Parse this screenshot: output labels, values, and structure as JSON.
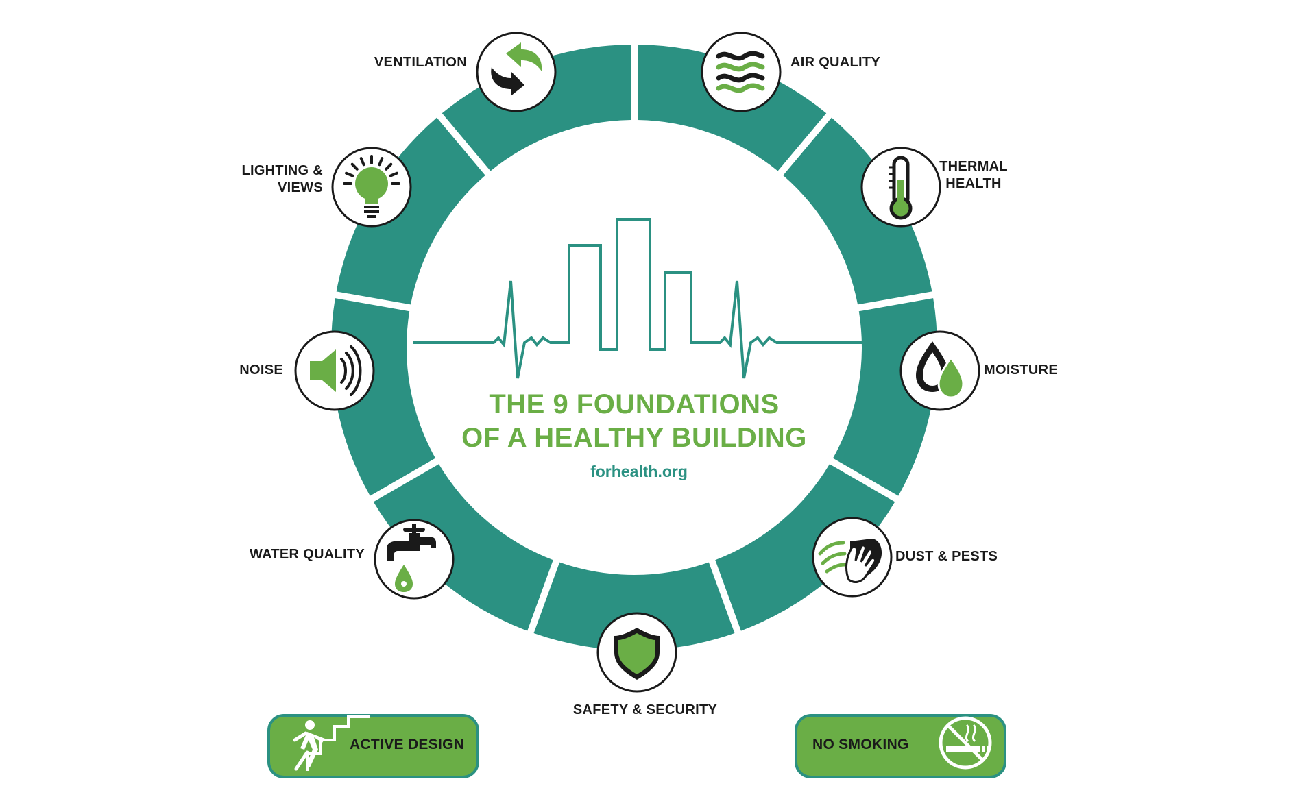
{
  "title": {
    "line1": "THE 9 FOUNDATIONS",
    "line2": "OF A HEALTHY BUILDING",
    "url": "forhealth.org"
  },
  "foundations": [
    {
      "label_lines": [
        "VENTILATION"
      ],
      "icon": "ventilation-arrows-icon"
    },
    {
      "label_lines": [
        "AIR QUALITY"
      ],
      "icon": "air-waves-icon"
    },
    {
      "label_lines": [
        "THERMAL",
        "HEALTH"
      ],
      "icon": "thermometer-icon"
    },
    {
      "label_lines": [
        "MOISTURE"
      ],
      "icon": "water-drops-icon"
    },
    {
      "label_lines": [
        "DUST & PESTS"
      ],
      "icon": "cleaning-hand-icon"
    },
    {
      "label_lines": [
        "SAFETY & SECURITY"
      ],
      "icon": "shield-icon"
    },
    {
      "label_lines": [
        "WATER QUALITY"
      ],
      "icon": "faucet-drop-icon"
    },
    {
      "label_lines": [
        "NOISE"
      ],
      "icon": "speaker-icon"
    },
    {
      "label_lines": [
        "LIGHTING &",
        "VIEWS"
      ],
      "icon": "lightbulb-icon"
    }
  ],
  "badges": {
    "active_design": {
      "label": "ACTIVE DESIGN",
      "icon": "person-stairs-icon"
    },
    "no_smoking": {
      "label": "NO SMOKING",
      "icon": "no-smoking-icon"
    }
  },
  "colors": {
    "ring": "#2b9182",
    "brand_green": "#6aae46",
    "dark": "#1a1a1a",
    "background": "#ffffff"
  }
}
